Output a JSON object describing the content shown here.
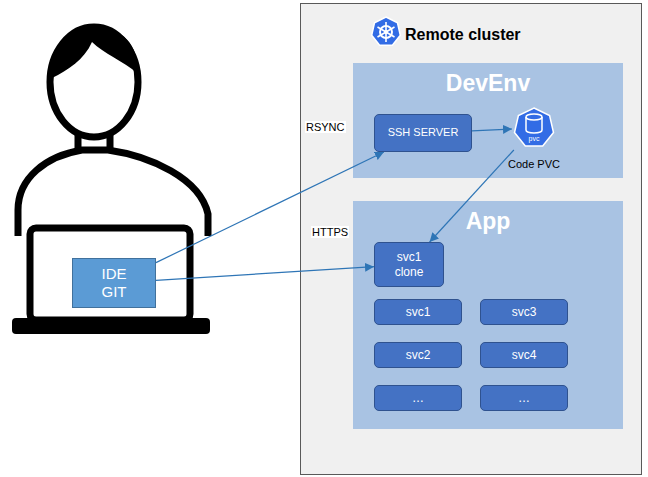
{
  "diagram": {
    "nodes": [
      {
        "text": [
          "IDE GIT"
        ]
      },
      {
        "text": [
          "Remote cluster"
        ]
      },
      {
        "text": [
          "DevEnv"
        ],
        "in": 1
      },
      {
        "text": [
          "SSH SERVER"
        ],
        "in": 2
      },
      {
        "text": [
          "pvc",
          "Code PVC"
        ],
        "in": 2
      },
      {
        "text": [
          "App"
        ],
        "in": 1
      },
      {
        "text": [
          "svc1 clone"
        ],
        "in": 5
      },
      {
        "text": [
          "svc1"
        ],
        "in": 5
      },
      {
        "text": [
          "svc3"
        ],
        "in": 5
      },
      {
        "text": [
          "svc2"
        ],
        "in": 5
      },
      {
        "text": [
          "svc4"
        ],
        "in": 5
      },
      {
        "text": [
          "…"
        ],
        "in": 5
      },
      {
        "text": [
          "…"
        ],
        "in": 5
      }
    ],
    "edges": [
      {
        "from": 0,
        "to": 3,
        "label": "RSYNC",
        "arrow": "to"
      },
      {
        "from": 3,
        "to": 4,
        "arrow": "to"
      },
      {
        "from": 4,
        "to": 6,
        "arrow": "to"
      },
      {
        "from": 0,
        "to": 6,
        "label": "HTTPS",
        "arrow": "to"
      }
    ]
  }
}
